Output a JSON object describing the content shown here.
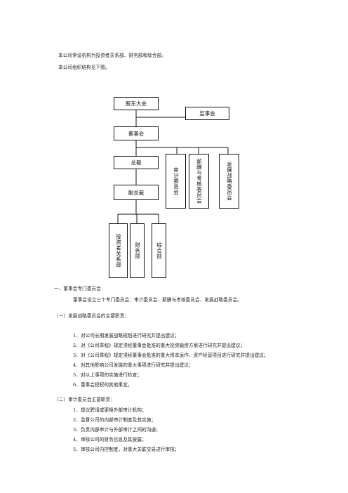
{
  "intro": {
    "line1": "本公司常设机构为投资者关系部、财务部和综合部。",
    "line2": "本公司组织结构见下图。"
  },
  "org_chart": {
    "shareholders": "股东大会",
    "supervisors": "监事会",
    "board": "董事会",
    "gm": "总裁",
    "vice_gm": "副总裁",
    "committee_audit": "审计委员会",
    "committee_compensation": "薪酬与考核委员会",
    "committee_strategy": "发展战略委员会",
    "dept_ir": "投资者关系部",
    "dept_finance": "财务部",
    "dept_general": "综合部"
  },
  "section1": {
    "heading": "一、董事会专门委员会",
    "intro": "董事会设立三个专门委员会：审计委员会、薪酬与考核委员会、发展战略委员会。",
    "sub1_heading": "（一）发展战略委员会的主要职责：",
    "sub1_items": [
      "1、对公司长期发展战略规划进行研究并提出建议；",
      "2、对《公司章程》规定须经董事会批准的重大投资融资方案进行研究并提出建议；",
      "3、对《公司章程》规定须经董事会批准的重大资本运作、资产经营项目进行研究并提出建议；",
      "4、对其他影响公司发展的重大事项进行研究并提出建议；",
      "5、对以上事项的实施进行检查；",
      "6、董事会授权的其他事宜。"
    ],
    "sub2_heading": "（二）审计委员会主要职责：",
    "sub2_items": [
      "1、提议聘请或更换外部审计机构；",
      "2、监督公司的内部审计制度及其实施；",
      "3、负责内部审计与外部审计之间的沟通；",
      "4、审核公司的财务信息及其披露；",
      "5、审核公司内控制度，对重大关联交易进行审核；"
    ]
  }
}
